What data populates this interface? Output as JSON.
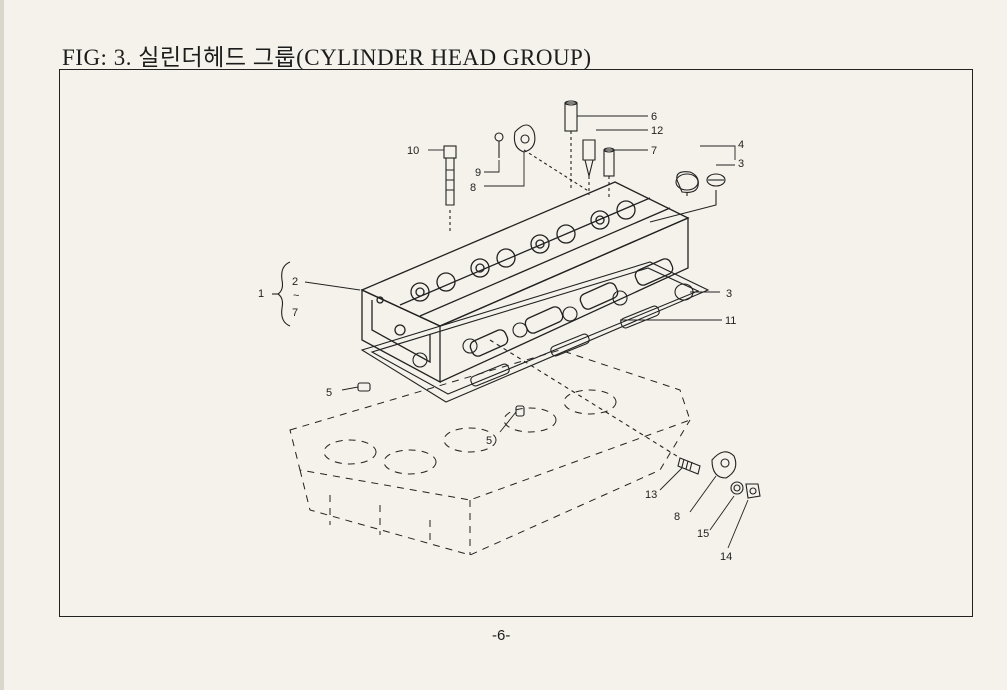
{
  "page": {
    "title": "FIG: 3. 실린더헤드 그룹(CYLINDER HEAD GROUP)",
    "page_number": "-6-"
  },
  "callouts": {
    "c1": "1",
    "c2": "2",
    "c2_tilde": "~",
    "c7b": "7",
    "c3a": "3",
    "c3b": "3",
    "c4": "4",
    "c5a": "5",
    "c5b": "5",
    "c6": "6",
    "c7": "7",
    "c8a": "8",
    "c8b": "8",
    "c9": "9",
    "c10": "10",
    "c11": "11",
    "c12": "12",
    "c13": "13",
    "c14": "14",
    "c15": "15"
  }
}
